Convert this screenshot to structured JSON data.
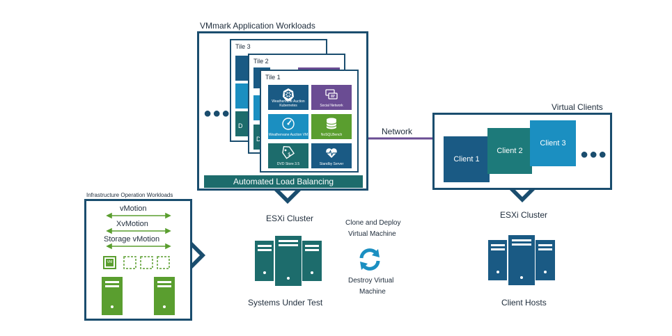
{
  "vmmark": {
    "title": "VMmark Application Workloads",
    "tiles": [
      "Tile 3",
      "Tile 2",
      "Tile 1"
    ],
    "tile1_workloads": [
      {
        "label": "Weathervane Auction Kubernetes",
        "color": "#1a5a84",
        "icon": "kubernetes-icon"
      },
      {
        "label": "Social Network",
        "color": "#6a4c93",
        "icon": "chat-icon"
      },
      {
        "label": "Weathervane Auction VM",
        "color": "#1b8fc1",
        "icon": "gauge-icon"
      },
      {
        "label": "NoSQLBench",
        "color": "#5a9e2f",
        "icon": "database-icon"
      },
      {
        "label": "DVD Store 3.5",
        "color": "#1d6c6c",
        "icon": "tag-icon"
      },
      {
        "label": "Standby Server",
        "color": "#1a5a84",
        "icon": "heartbeat-icon"
      }
    ],
    "tile2_visible_letter": "D",
    "tile3_visible_letter": "D",
    "load_balancing": "Automated Load Balancing"
  },
  "network_label": "Network",
  "virtual_clients": {
    "title": "Virtual Clients",
    "clients": [
      {
        "label": "Client 1",
        "color": "#1a5a84"
      },
      {
        "label": "Client 2",
        "color": "#1d7a7a"
      },
      {
        "label": "Client 3",
        "color": "#1b8fc1"
      }
    ]
  },
  "infra": {
    "title": "Infrastructure Operation Workloads",
    "ops": [
      "vMotion",
      "XvMotion",
      "Storage vMotion"
    ],
    "vm_label": "VM",
    "accent": "#5a9e2f"
  },
  "sut": {
    "cluster_label": "ESXi Cluster",
    "caption": "Systems Under Test"
  },
  "clone_deploy": "Clone and Deploy Virtual Machine",
  "clone_deploy_lines": [
    "Clone and Deploy",
    "Virtual Machine"
  ],
  "destroy_lines": [
    "Destroy Virtual",
    "Machine"
  ],
  "client_hosts": {
    "cluster_label": "ESXi Cluster",
    "caption": "Client Hosts"
  },
  "colors": {
    "navy": "#1a4d6e",
    "teal": "#1d6c6c",
    "green": "#5a9e2f",
    "purple": "#6a4c93",
    "network": "#6a4c93"
  }
}
